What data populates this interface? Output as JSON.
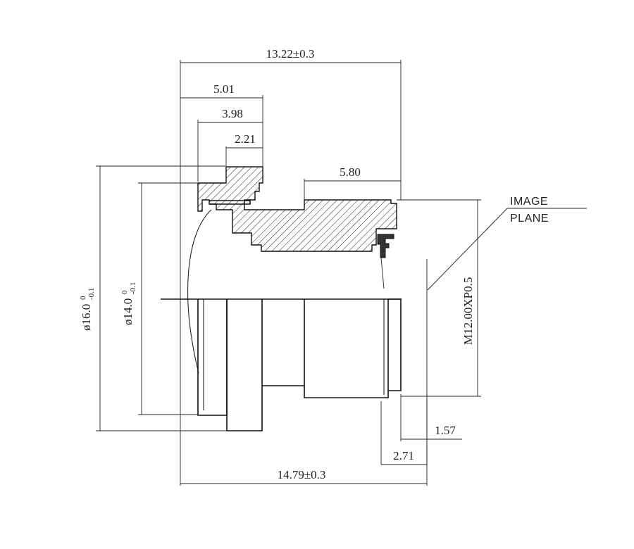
{
  "dimensions": {
    "overall_length_top": "13.22±0.3",
    "overall_length_bottom": "14.79±0.3",
    "d_5_01": "5.01",
    "d_3_98": "3.98",
    "d_2_21": "2.21",
    "d_5_80": "5.80",
    "d_1_57": "1.57",
    "d_2_71": "2.71",
    "thread": "M12.00XP0.5",
    "dia16": {
      "symbol": "ø16.0",
      "upper": "0",
      "lower": "-0.1"
    },
    "dia14": {
      "symbol": "ø14.0",
      "upper": "0",
      "lower": "-0.1"
    }
  },
  "image_plane": {
    "line1": "IMAGE",
    "line2": "PLANE"
  }
}
